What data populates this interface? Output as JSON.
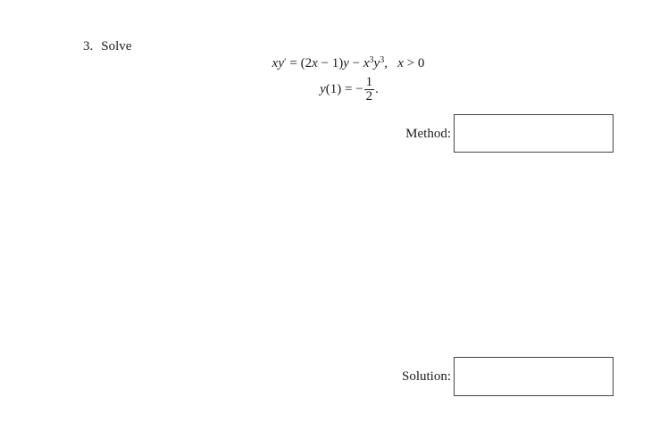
{
  "page": {
    "background": "#ffffff",
    "text_color": "#1c1c1c",
    "box_border_color": "#444444"
  },
  "problem": {
    "number": "3.",
    "verb": "Solve"
  },
  "math": {
    "line1_plain": "xy′ = (2x − 1)y − x³y³,   x > 0",
    "line2_plain": "y(1) = −1/2.",
    "line1": [
      {
        "t": "x",
        "c": "it"
      },
      {
        "t": "y",
        "c": "it"
      },
      {
        "t": "′",
        "c": "prime"
      },
      {
        "t": " = (2"
      },
      {
        "t": "x",
        "c": "it"
      },
      {
        "t": " − 1)"
      },
      {
        "t": "y",
        "c": "it"
      },
      {
        "t": " − "
      },
      {
        "t": "x",
        "c": "it"
      },
      {
        "t": "3",
        "c": "sup"
      },
      {
        "t": "y",
        "c": "it"
      },
      {
        "t": "3",
        "c": "sup"
      },
      {
        "t": ",   "
      },
      {
        "t": "x",
        "c": "it"
      },
      {
        "t": " > 0"
      }
    ],
    "line2": [
      {
        "t": "y",
        "c": "it"
      },
      {
        "t": "(1) = −"
      },
      {
        "c": "frac",
        "n": "1",
        "d": "2"
      },
      {
        "t": "."
      }
    ]
  },
  "answer_fields": {
    "method": {
      "label": "Method:",
      "value": ""
    },
    "solution": {
      "label": "Solution:",
      "value": ""
    }
  }
}
